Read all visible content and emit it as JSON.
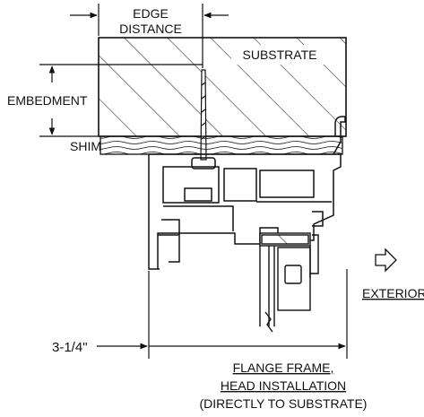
{
  "labels": {
    "edge_distance_1": "EDGE",
    "edge_distance_2": "DISTANCE",
    "substrate": "SUBSTRATE",
    "embedment": "EMBEDMENT",
    "shim": "SHIM",
    "exterior": "EXTERIOR",
    "dimension": "3-1/4\"",
    "caption_1": "FLANGE FRAME,",
    "caption_2": "HEAD INSTALLATION",
    "caption_3": "(DIRECTLY TO SUBSTRATE)"
  },
  "colors": {
    "ink": "#111111",
    "paper": "#ffffff"
  }
}
